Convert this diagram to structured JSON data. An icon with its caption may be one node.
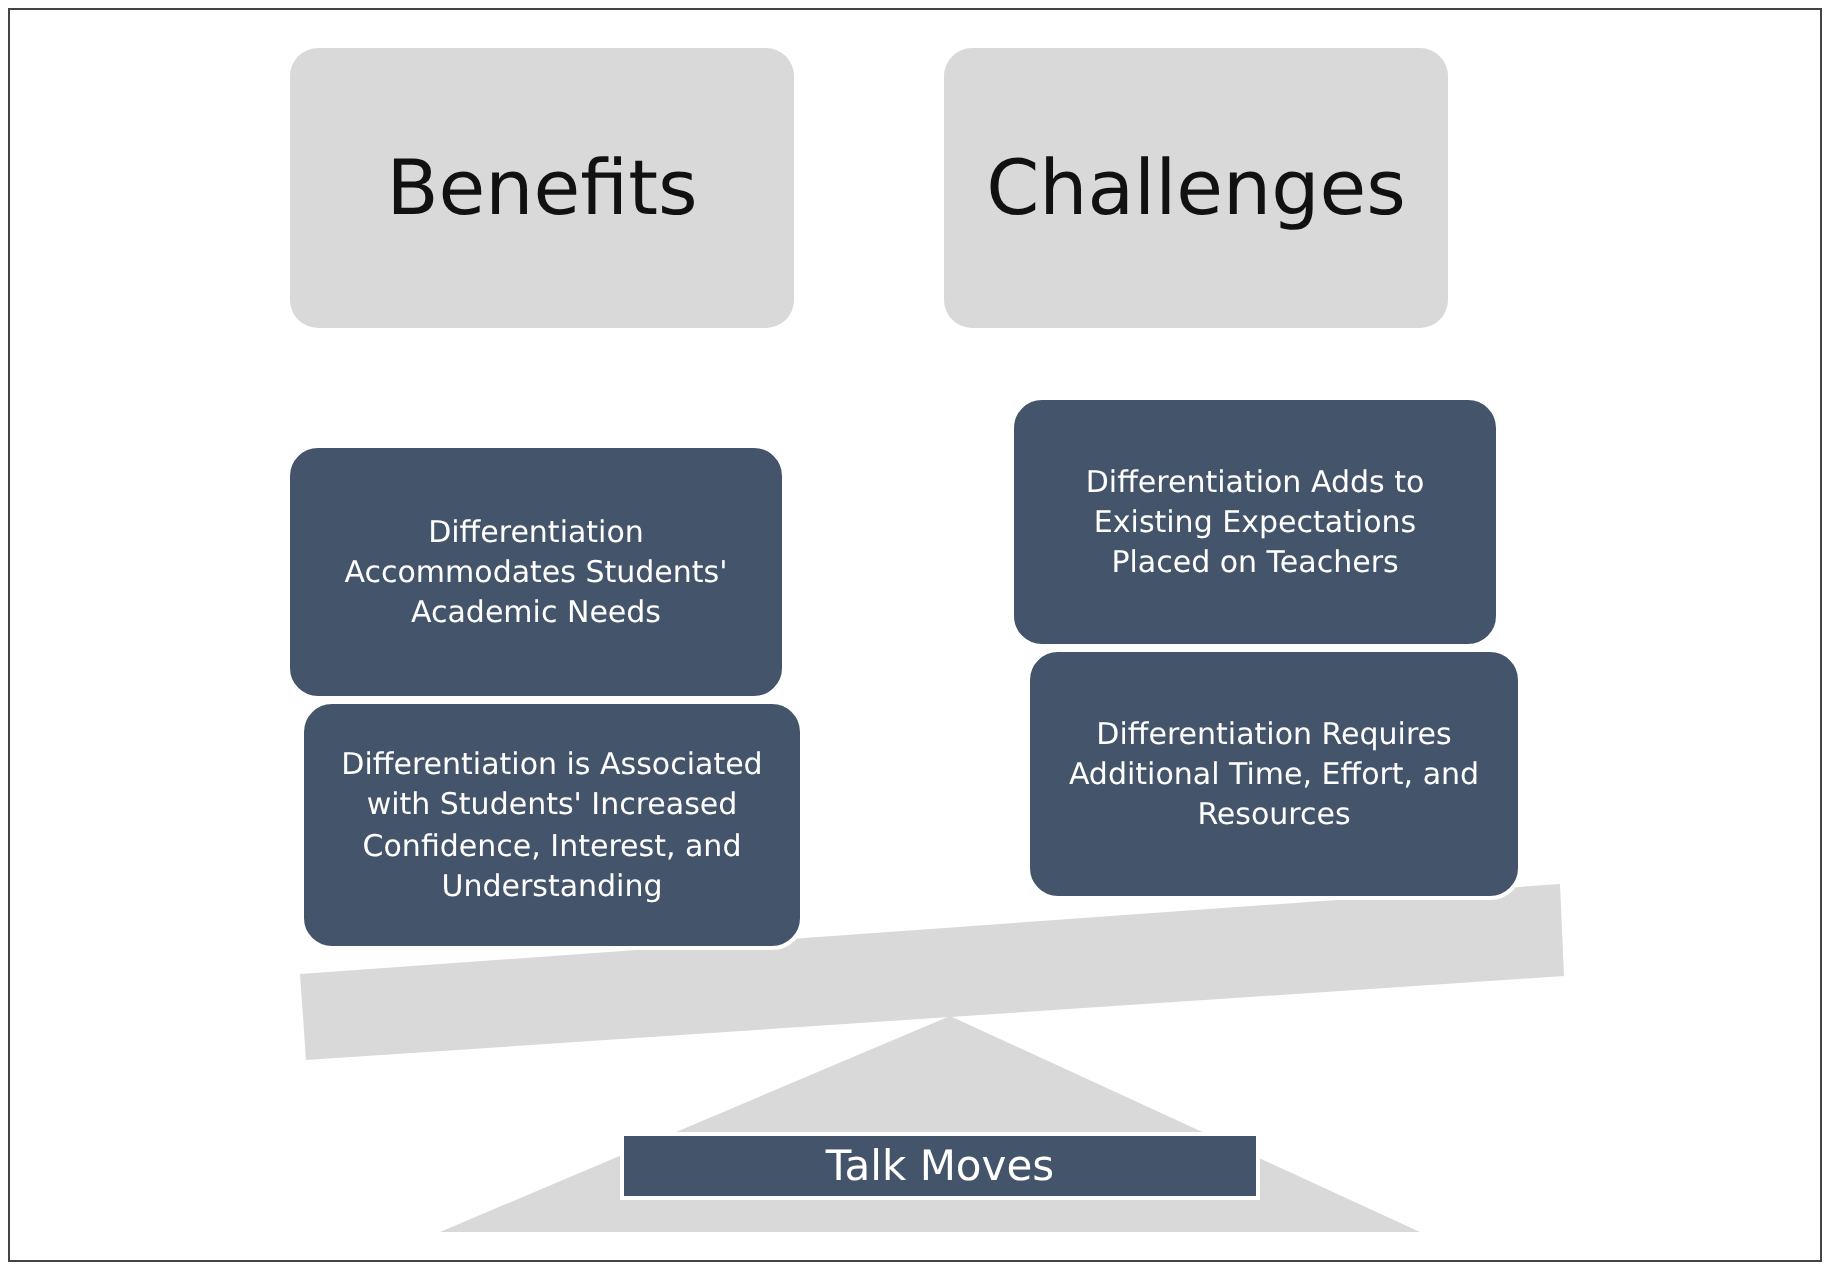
{
  "diagram": {
    "nodes": [
      {
        "text": [
          "Benefits"
        ]
      },
      {
        "text": [
          "Challenges"
        ]
      },
      {
        "text": [
          "Differentiation Accommodates Students' Academic Needs"
        ]
      },
      {
        "text": [
          "Differentiation is Associated with Students' Increased Confidence, Interest, and Understanding"
        ]
      },
      {
        "text": [
          "Differentiation Adds to Existing Expectations Placed on Teachers"
        ]
      },
      {
        "text": [
          "Differentiation Requires Additional Time, Effort, and Resources"
        ]
      },
      {
        "text": [
          "Talk Moves"
        ]
      }
    ],
    "edges": []
  }
}
